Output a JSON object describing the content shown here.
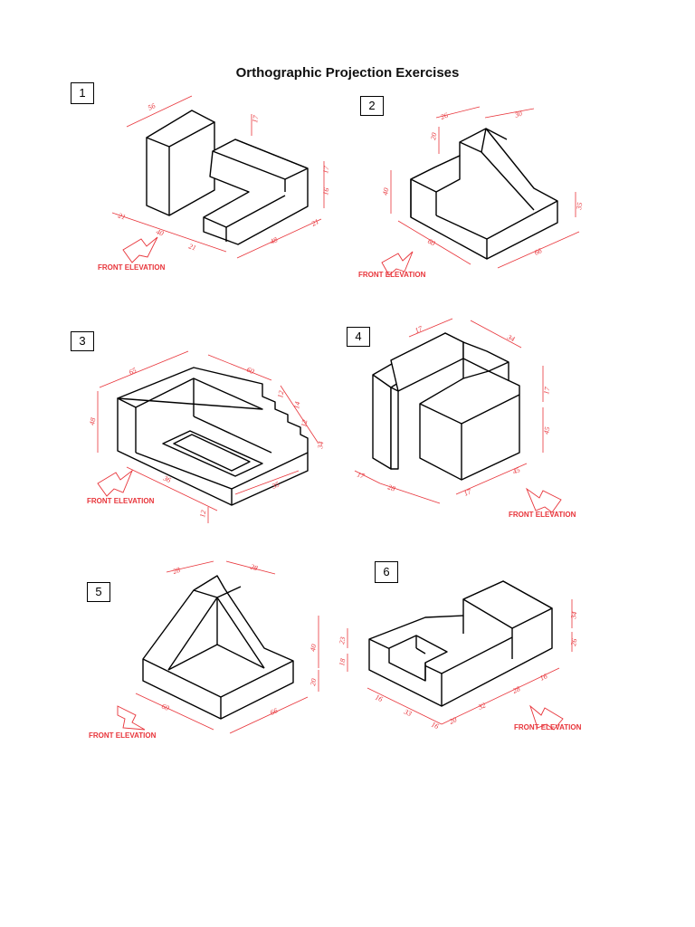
{
  "title": "Orthographic Projection Exercises",
  "front_label": "FRONT ELEVATION",
  "colors": {
    "dimension": "#e8343a",
    "outline": "#000000"
  },
  "exercises": [
    {
      "number": "1",
      "dims": [
        "56",
        "17",
        "17",
        "16",
        "21",
        "21",
        "40",
        "21",
        "48"
      ]
    },
    {
      "number": "2",
      "dims": [
        "26",
        "30",
        "20",
        "40",
        "60",
        "66",
        "35"
      ]
    },
    {
      "number": "3",
      "dims": [
        "65",
        "60",
        "12",
        "14",
        "12",
        "34",
        "48",
        "36",
        "35",
        "12"
      ]
    },
    {
      "number": "4",
      "dims": [
        "17",
        "34",
        "17",
        "45",
        "17",
        "28",
        "17",
        "45"
      ]
    },
    {
      "number": "5",
      "dims": [
        "28",
        "28",
        "40",
        "20",
        "60",
        "66"
      ]
    },
    {
      "number": "6",
      "dims": [
        "23",
        "18",
        "34",
        "26",
        "16",
        "33",
        "16",
        "20",
        "32",
        "28",
        "16"
      ]
    }
  ]
}
